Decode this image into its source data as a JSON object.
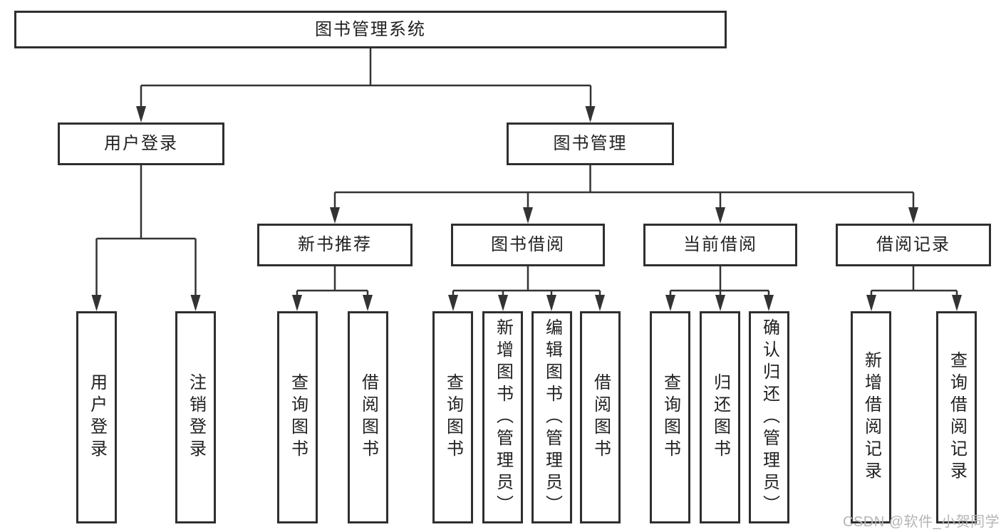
{
  "diagram": {
    "root": {
      "label": "图书管理系统"
    },
    "level2": [
      {
        "id": "user-login",
        "label": "用户登录"
      },
      {
        "id": "book-management",
        "label": "图书管理"
      }
    ],
    "level3": [
      {
        "id": "new-book-recommend",
        "label": "新书推荐",
        "parent": "图书管理"
      },
      {
        "id": "book-borrow",
        "label": "图书借阅",
        "parent": "图书管理"
      },
      {
        "id": "current-borrow",
        "label": "当前借阅",
        "parent": "图书管理"
      },
      {
        "id": "borrow-records",
        "label": "借阅记录",
        "parent": "图书管理"
      }
    ],
    "leaves": [
      {
        "id": "user-login",
        "label": "用户登录",
        "parent": "用户登录"
      },
      {
        "id": "logout",
        "label": "注销登录",
        "parent": "用户登录"
      },
      {
        "id": "query-books-1",
        "label": "查询图书",
        "parent": "新书推荐"
      },
      {
        "id": "borrow-books-1",
        "label": "借阅图书",
        "parent": "新书推荐"
      },
      {
        "id": "query-books-2",
        "label": "查询图书",
        "parent": "图书借阅"
      },
      {
        "id": "add-book-admin",
        "label": "新增图书（管理员）",
        "parent": "图书借阅"
      },
      {
        "id": "edit-book-admin",
        "label": "编辑图书（管理员）",
        "parent": "图书借阅"
      },
      {
        "id": "borrow-books-2",
        "label": "借阅图书",
        "parent": "图书借阅"
      },
      {
        "id": "query-books-3",
        "label": "查询图书",
        "parent": "当前借阅"
      },
      {
        "id": "return-book",
        "label": "归还图书",
        "parent": "当前借阅"
      },
      {
        "id": "confirm-return-admin",
        "label": "确认归还（管理员）",
        "parent": "当前借阅"
      },
      {
        "id": "add-borrow-record",
        "label": "新增借阅记录",
        "parent": "借阅记录"
      },
      {
        "id": "query-borrow-record",
        "label": "查询借阅记录",
        "parent": "借阅记录"
      }
    ]
  },
  "watermark": "CSDN @软件_小贺同学",
  "colors": {
    "line": "#333333",
    "box_border": "#2f2f2f",
    "text": "#212121",
    "background": "#ffffff",
    "watermark": "#b5b5b5"
  }
}
